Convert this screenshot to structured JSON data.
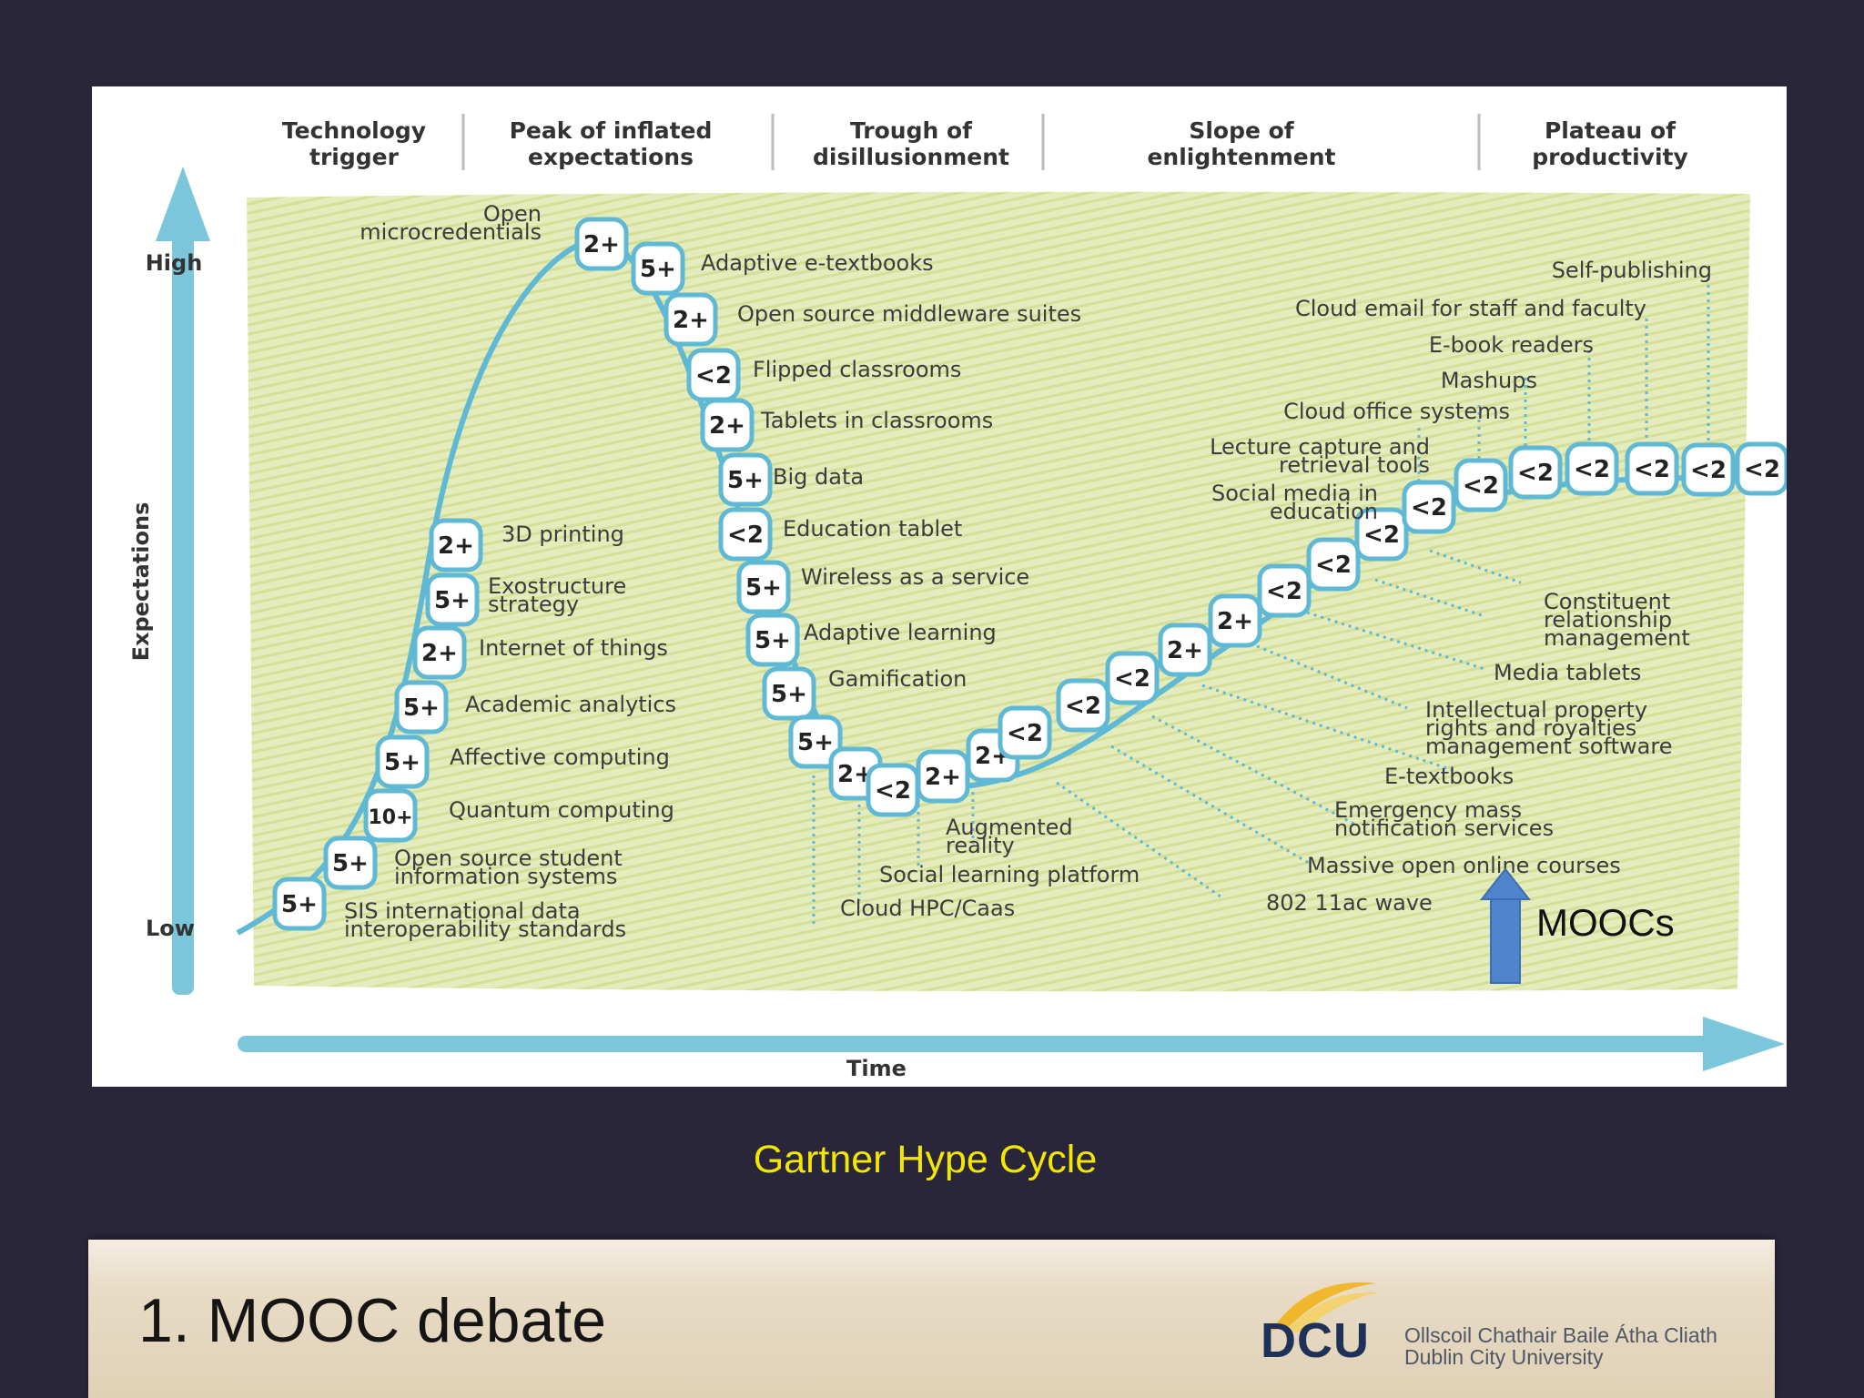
{
  "diagram": {
    "phases": [
      {
        "line1": "Technology",
        "line2": "trigger"
      },
      {
        "line1": "Peak of inflated",
        "line2": "expectations"
      },
      {
        "line1": "Trough of",
        "line2": "disillusionment"
      },
      {
        "line1": "Slope of",
        "line2": "enlightenment"
      },
      {
        "line1": "Plateau of",
        "line2": "productivity"
      }
    ],
    "y_axis_label": "Expectations",
    "y_high": "High",
    "y_low": "Low",
    "x_axis_label": "Time",
    "badges": [
      "5+",
      "5+",
      "10+",
      "5+",
      "5+",
      "2+",
      "5+",
      "2+",
      "2+",
      "5+",
      "2+",
      "<2",
      "2+",
      "5+",
      "<2",
      "5+",
      "5+",
      "5+",
      "5+",
      "2+",
      "<2",
      "2+",
      "2+",
      "<2",
      "<2",
      "<2",
      "2+",
      "2+",
      "<2",
      "<2",
      "<2",
      "<2",
      "<2",
      "<2",
      "<2",
      "<2",
      "<2",
      "<2"
    ],
    "left_labels": [
      {
        "lines": [
          "Open",
          "microcredentials"
        ]
      },
      {
        "lines": [
          "3D printing"
        ]
      },
      {
        "lines": [
          "Exostructure",
          "strategy"
        ]
      },
      {
        "lines": [
          "Internet of things"
        ]
      },
      {
        "lines": [
          "Academic analytics"
        ]
      },
      {
        "lines": [
          "Affective computing"
        ]
      },
      {
        "lines": [
          "Quantum computing"
        ]
      },
      {
        "lines": [
          "Open source student",
          "information systems"
        ]
      },
      {
        "lines": [
          "SIS international data",
          "interoperability standards"
        ]
      }
    ],
    "peak_labels": [
      "Adaptive e-textbooks",
      "Open source middleware suites",
      "Flipped classrooms",
      "Tablets in classrooms",
      "Big data",
      "Education tablet",
      "Wireless as a service",
      "Adaptive learning",
      "Gamification"
    ],
    "trough_labels": [
      {
        "lines": [
          "Augmented",
          "reality"
        ]
      },
      {
        "lines": [
          "Social learning platform"
        ]
      },
      {
        "lines": [
          "Cloud HPC/Caas"
        ]
      }
    ],
    "slope_upper_labels": [
      {
        "lines": [
          "Self-publishing"
        ]
      },
      {
        "lines": [
          "Cloud email for staff and faculty"
        ]
      },
      {
        "lines": [
          "E-book readers"
        ]
      },
      {
        "lines": [
          "Mashups"
        ]
      },
      {
        "lines": [
          "Cloud office systems"
        ]
      },
      {
        "lines": [
          "Lecture capture and",
          "retrieval tools"
        ]
      },
      {
        "lines": [
          "Social media in",
          "education"
        ]
      }
    ],
    "slope_lower_labels": [
      {
        "lines": [
          "Constituent",
          "relationship",
          "management"
        ]
      },
      {
        "lines": [
          "Media tablets"
        ]
      },
      {
        "lines": [
          "Intellectual property",
          "rights and royalties",
          "management software"
        ]
      },
      {
        "lines": [
          "E-textbooks"
        ]
      },
      {
        "lines": [
          "Emergency mass",
          "notification services"
        ]
      },
      {
        "lines": [
          "Massive open online courses"
        ]
      },
      {
        "lines": [
          "802 11ac wave"
        ]
      }
    ],
    "callout": "MOOCs",
    "colors": {
      "curve": "#5fb9d4",
      "band": "#e4ebbc",
      "badge_border": "#5fb9d4",
      "arrow": "#7cc6dc",
      "callout_arrow": "#4f83cc"
    }
  },
  "caption": "Gartner Hype Cycle",
  "footer": {
    "title": "1. MOOC debate",
    "logo_word": "DCU",
    "university_irish": "Ollscoil Chathair Baile Átha Cliath",
    "university_english": "Dublin City University"
  }
}
